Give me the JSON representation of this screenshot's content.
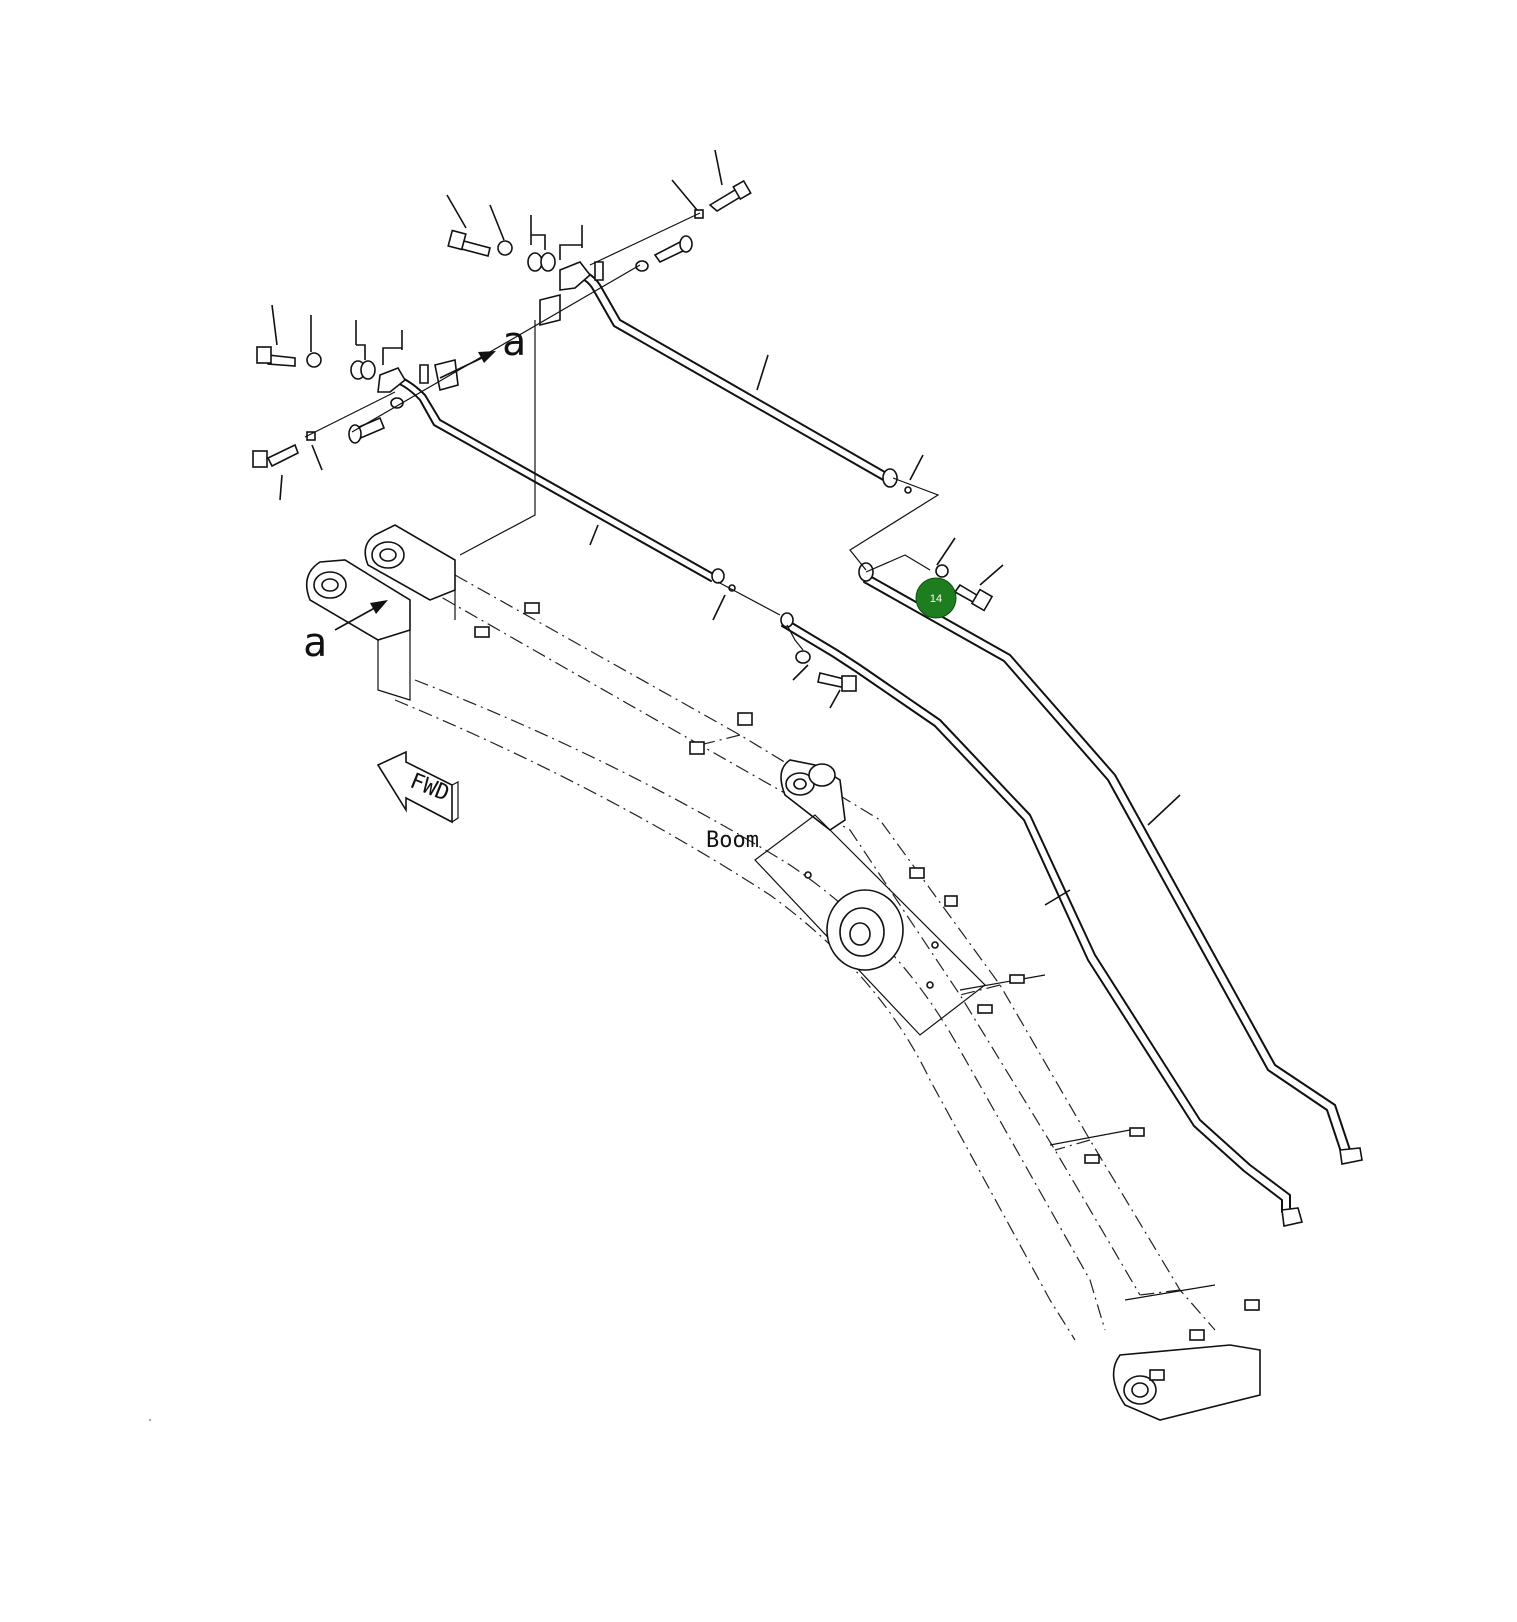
{
  "diagram": {
    "labels": {
      "detail_a_upper": "a",
      "detail_a_lower": "a",
      "fwd": "FWD",
      "boom": "Boom"
    },
    "callouts": [
      {
        "number": "14",
        "color": "#1e7d1e"
      }
    ]
  }
}
